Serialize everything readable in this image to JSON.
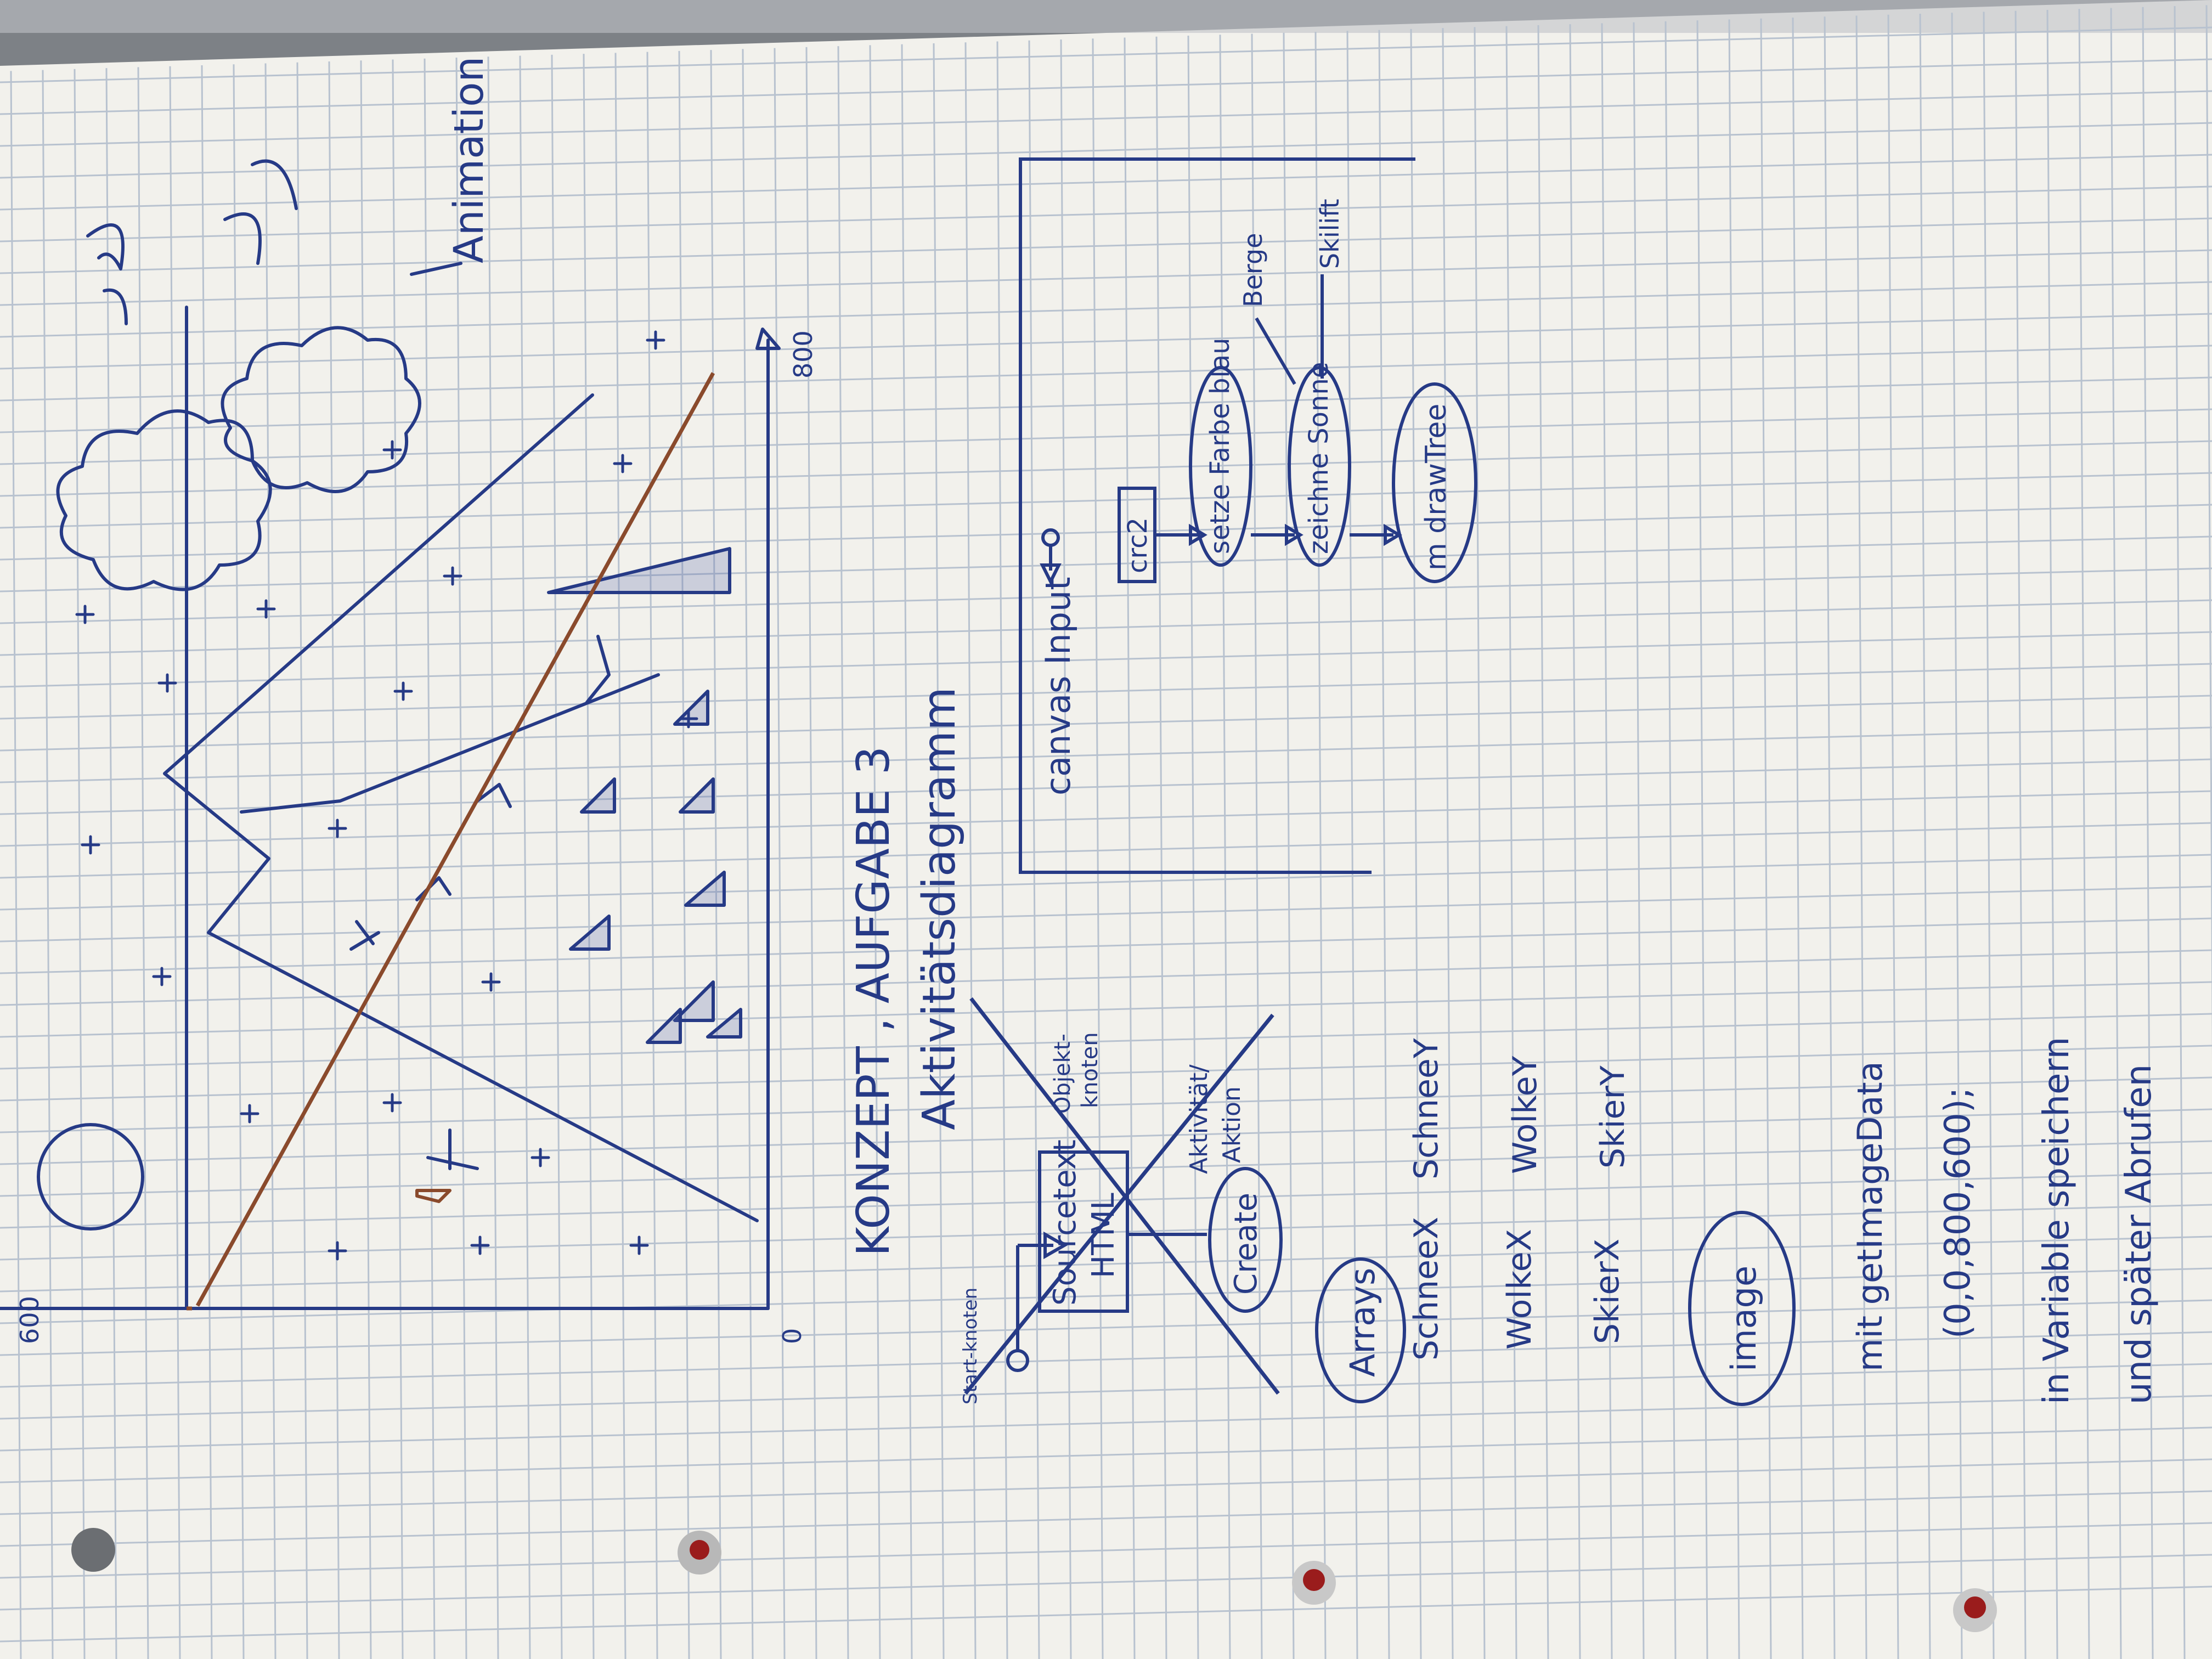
{
  "sketch": {
    "axis_y_top": "600",
    "axis_y_bottom": "0",
    "axis_x_right": "800",
    "animation_label": "Animation"
  },
  "heading": {
    "line1": "KONZEPT , AUFGABE 3",
    "line2": "Aktivitätsdiagramm"
  },
  "legend": {
    "startknoten": "Start-knoten",
    "sourcetext_l1": "Sourcetext",
    "sourcetext_l2": "HTML",
    "objekt_l1": "Objekt-",
    "objekt_l2": "knoten",
    "create": "Create",
    "aktivitaet_l1": "Aktivität/",
    "aktivitaet_l2": "Aktion"
  },
  "arrays": {
    "title": "Arrays",
    "items": [
      "SchneeX",
      "SchneeY",
      "WolkeX",
      "WolkeY",
      "SkierX",
      "SkierY"
    ]
  },
  "image_note": {
    "title": "image",
    "line1": "mit getImageData",
    "line2": "(0,0,800,600);",
    "line3": "in Variable speichern",
    "line4": "und später Abrufen"
  },
  "diagram": {
    "title": "canvas Input",
    "node_crc2": "crc2",
    "node_sky": "setze Farbe blau",
    "node_sun": "zeichne Sonne",
    "node_tree": "m drawTree",
    "label_berge": "Berge",
    "label_skilift": "Skilift"
  },
  "colors": {
    "ink_blue": "#263a86",
    "ink_brown": "#8a4a2c",
    "paper": "#f3f2ee",
    "grid": "#b9c3cf",
    "punch_hole_red": "#9a1c1c"
  }
}
